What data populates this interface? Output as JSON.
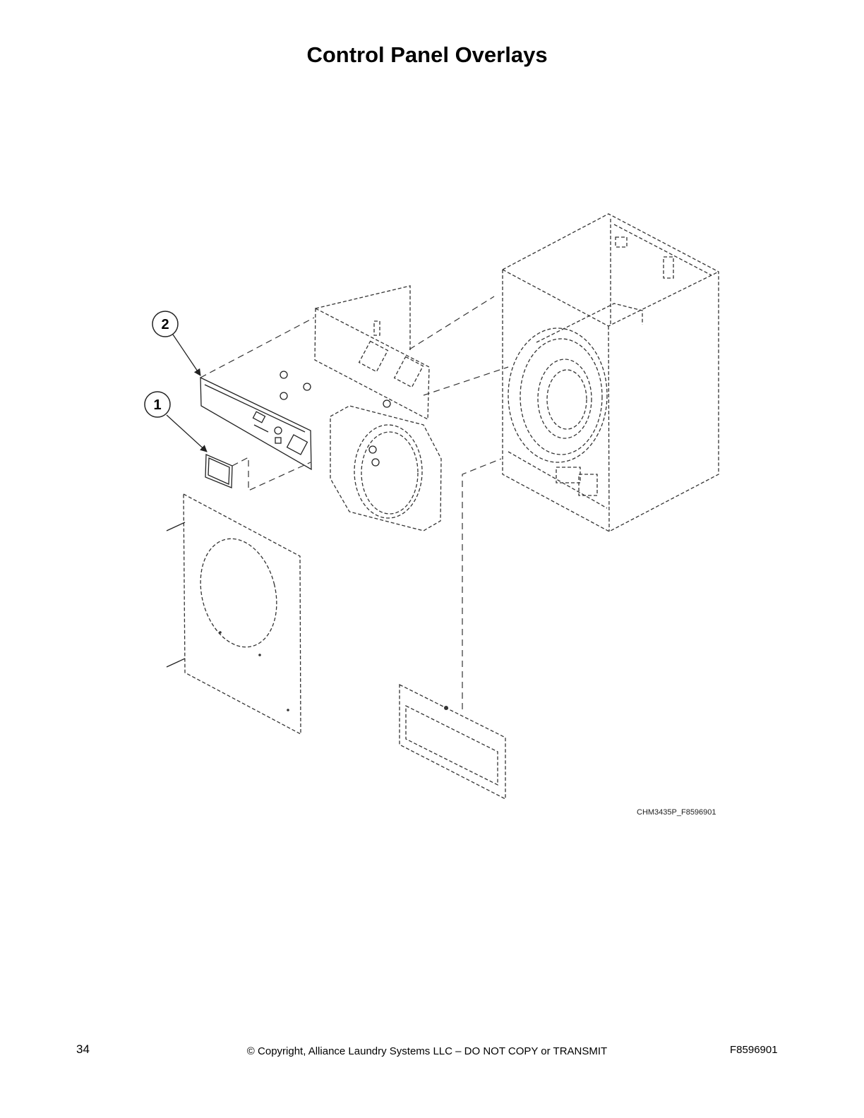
{
  "page": {
    "title": "Control Panel Overlays",
    "figure_id": "CHM3435P_F8596901",
    "page_number": "34",
    "copyright": "© Copyright, Alliance Laundry Systems LLC – DO NOT COPY or TRANSMIT",
    "doc_number": "F8596901"
  },
  "callouts": [
    {
      "label": "1",
      "part": "overlay-window"
    },
    {
      "label": "2",
      "part": "control-panel-overlay"
    }
  ]
}
